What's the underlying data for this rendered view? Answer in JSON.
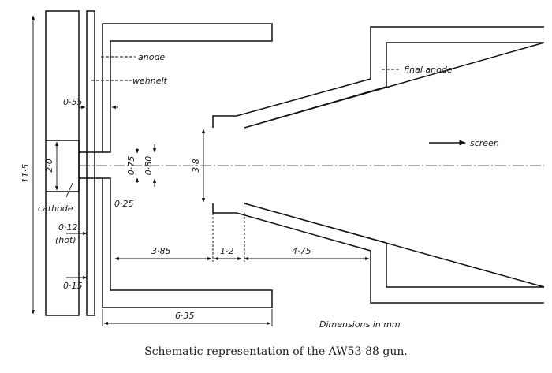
{
  "labels": {
    "anode": "anode",
    "wehnelt": "wehnelt",
    "final_anode": "final anode",
    "screen": "screen",
    "cathode": "cathode",
    "dimensions_note": "Dimensions in mm"
  },
  "dimensions": {
    "total_height": "11·5",
    "cathode_height": "2·0",
    "wehnelt_gap": "0·55",
    "hole_wehnelt": "0·75",
    "hole_anode": "0·80",
    "cathode_gap": "0·25",
    "hot_gap": "0·12",
    "hot_note": "(hot)",
    "outer_gap": "0·15",
    "anode_aperture": "3·8",
    "seg1": "3·85",
    "seg2": "1·2",
    "seg3": "4·75",
    "anode_length": "6·35"
  },
  "caption": "Schematic representation of the AW53-88 gun."
}
